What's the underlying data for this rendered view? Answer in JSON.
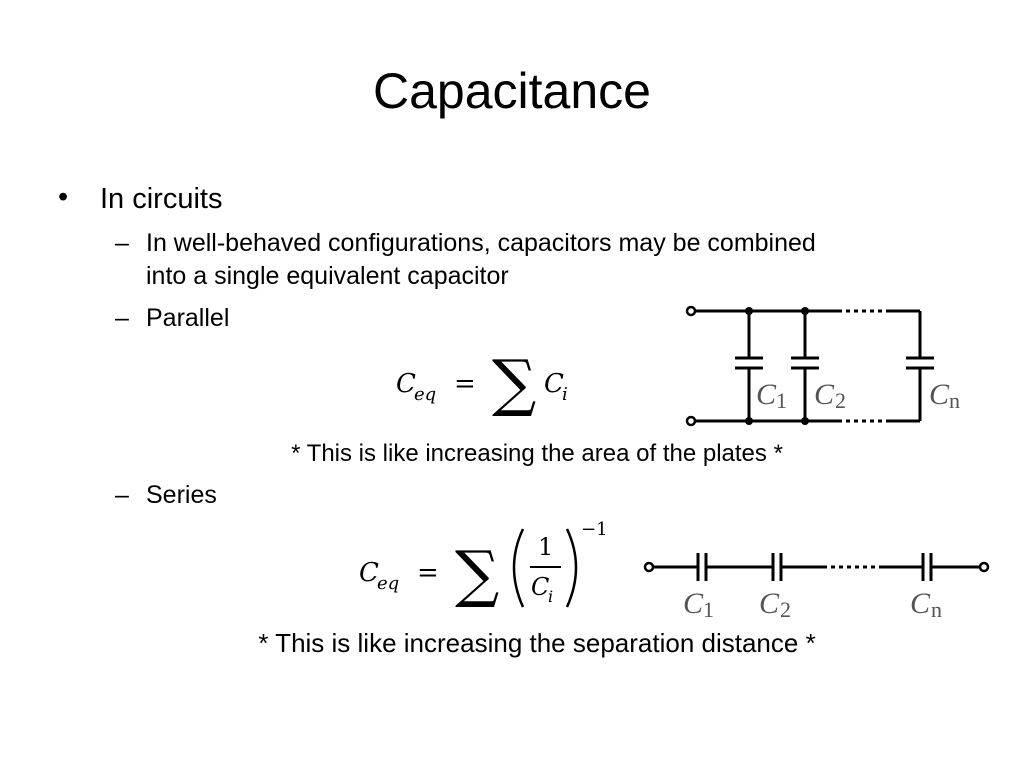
{
  "slide": {
    "title": "Capacitance",
    "bullet": {
      "marker": "•",
      "text": "In circuits"
    },
    "sub_items": [
      {
        "marker": "–",
        "text": "In well-behaved configurations, capacitors may be combined into a single equivalent capacitor"
      },
      {
        "marker": "–",
        "text": "Parallel"
      },
      {
        "marker": "–",
        "text": "Series"
      }
    ],
    "parallel": {
      "formula": {
        "lhs_base": "C",
        "lhs_sub": "eq",
        "equals": "=",
        "sum": "∑",
        "term_base": "C",
        "term_sub": "i"
      },
      "note": "* This is like increasing the area of the plates *",
      "labels": [
        {
          "base": "C",
          "sub": "1"
        },
        {
          "base": "C",
          "sub": "2"
        },
        {
          "base": "C",
          "sub": "n"
        }
      ]
    },
    "series": {
      "formula": {
        "lhs_base": "C",
        "lhs_sub": "eq",
        "equals": "=",
        "sum": "∑",
        "numerator": "1",
        "den_base": "C",
        "den_sub": "i",
        "exponent": "−1"
      },
      "note": "* This is like increasing the separation distance *",
      "labels": [
        {
          "base": "C",
          "sub": "1"
        },
        {
          "base": "C",
          "sub": "2"
        },
        {
          "base": "C",
          "sub": "n"
        }
      ]
    }
  }
}
